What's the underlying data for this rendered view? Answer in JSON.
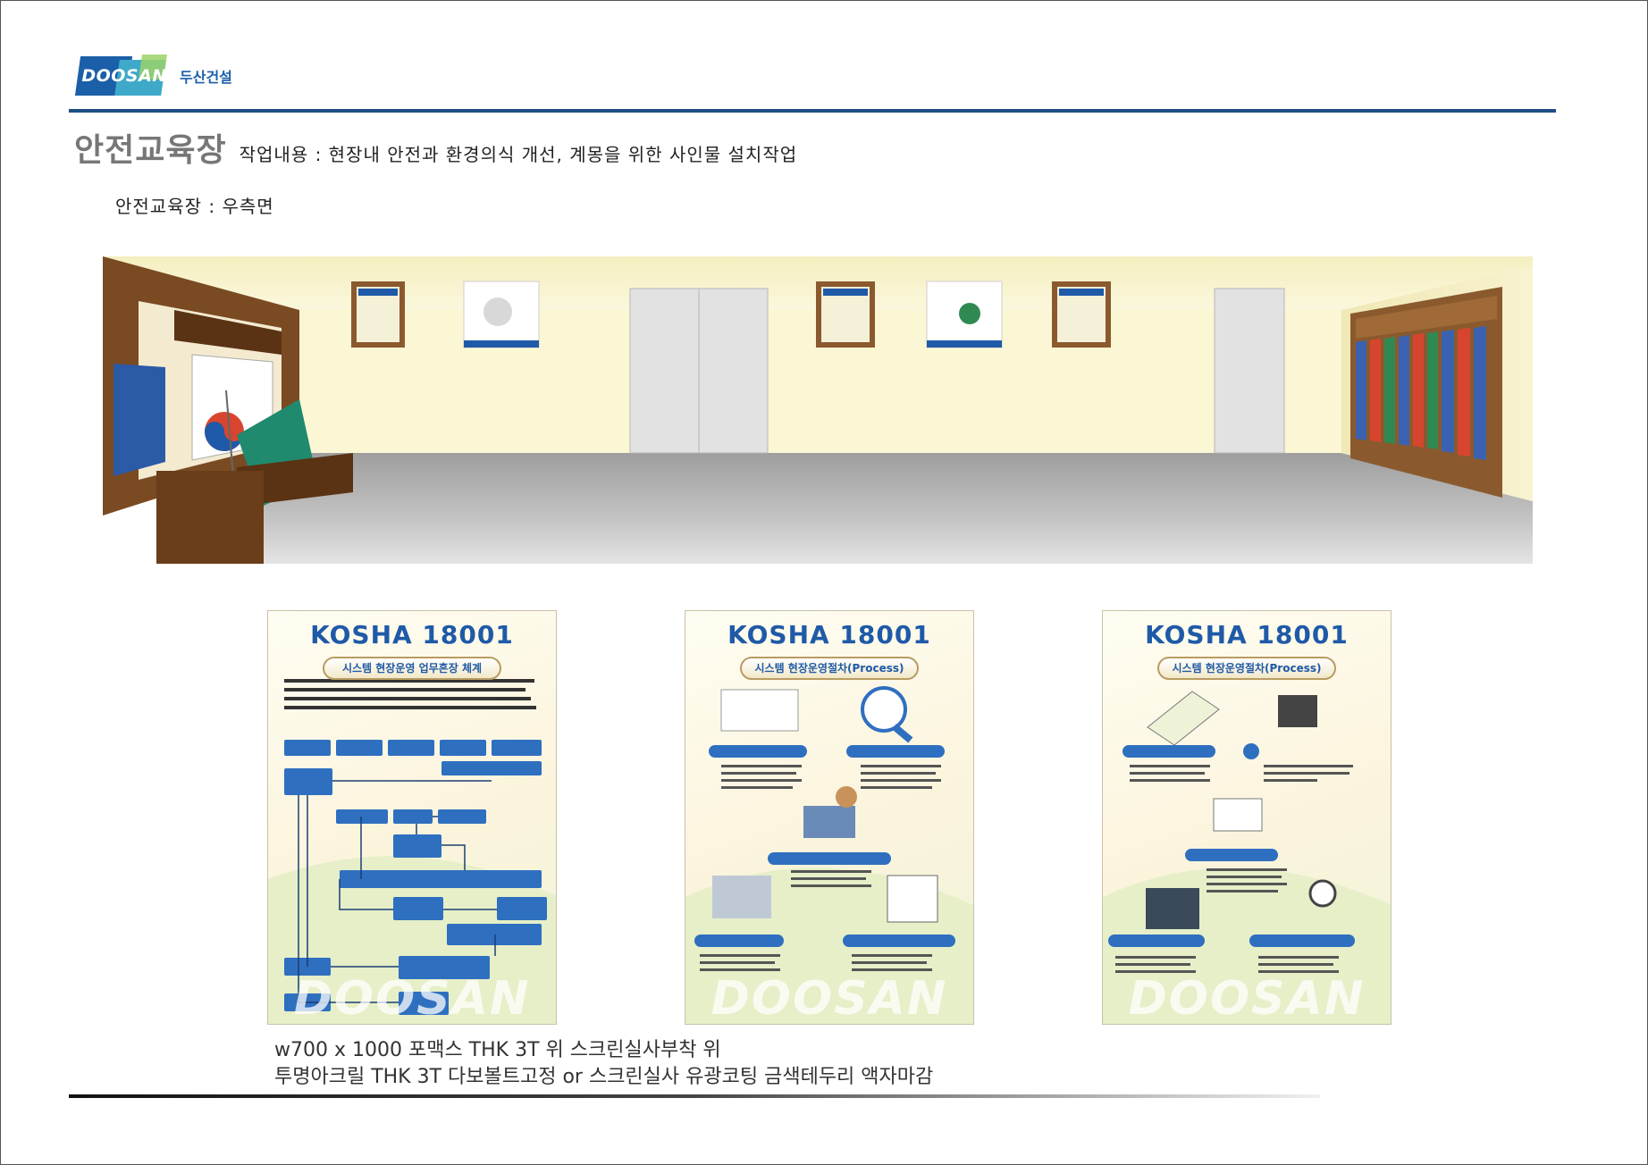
{
  "header": {
    "logo_en": "DOOSAN",
    "logo_kr": "두산건설"
  },
  "title": {
    "main": "안전교육장",
    "sub": "작업내용 : 현장내 안전과 환경의식 개선, 계몽을 위한 사인물 설치작업"
  },
  "subhead": "안전교육장 : 우측면",
  "posters": [
    {
      "heading": "KOSHA 18001",
      "subtitle": "시스템 현장운영 업무흔장 체계",
      "watermark": "DOOSAN"
    },
    {
      "heading": "KOSHA 18001",
      "subtitle": "시스템 현장운영절차(Process)",
      "watermark": "DOOSAN"
    },
    {
      "heading": "KOSHA 18001",
      "subtitle": "시스템 현장운영절차(Process)",
      "watermark": "DOOSAN"
    }
  ],
  "caption": {
    "line1": "w700 x 1000 포맥스 THK 3T 위 스크린실사부착 위",
    "line2": "투명아크릴 THK 3T 다보볼트고정 or 스크린실사 유광코팅 금색테두리 액자마감"
  },
  "colors": {
    "brand_blue": "#1d4f86",
    "wall": "#fbf6d3",
    "floor": "#b9b9b9",
    "wood": "#7a4a22"
  }
}
